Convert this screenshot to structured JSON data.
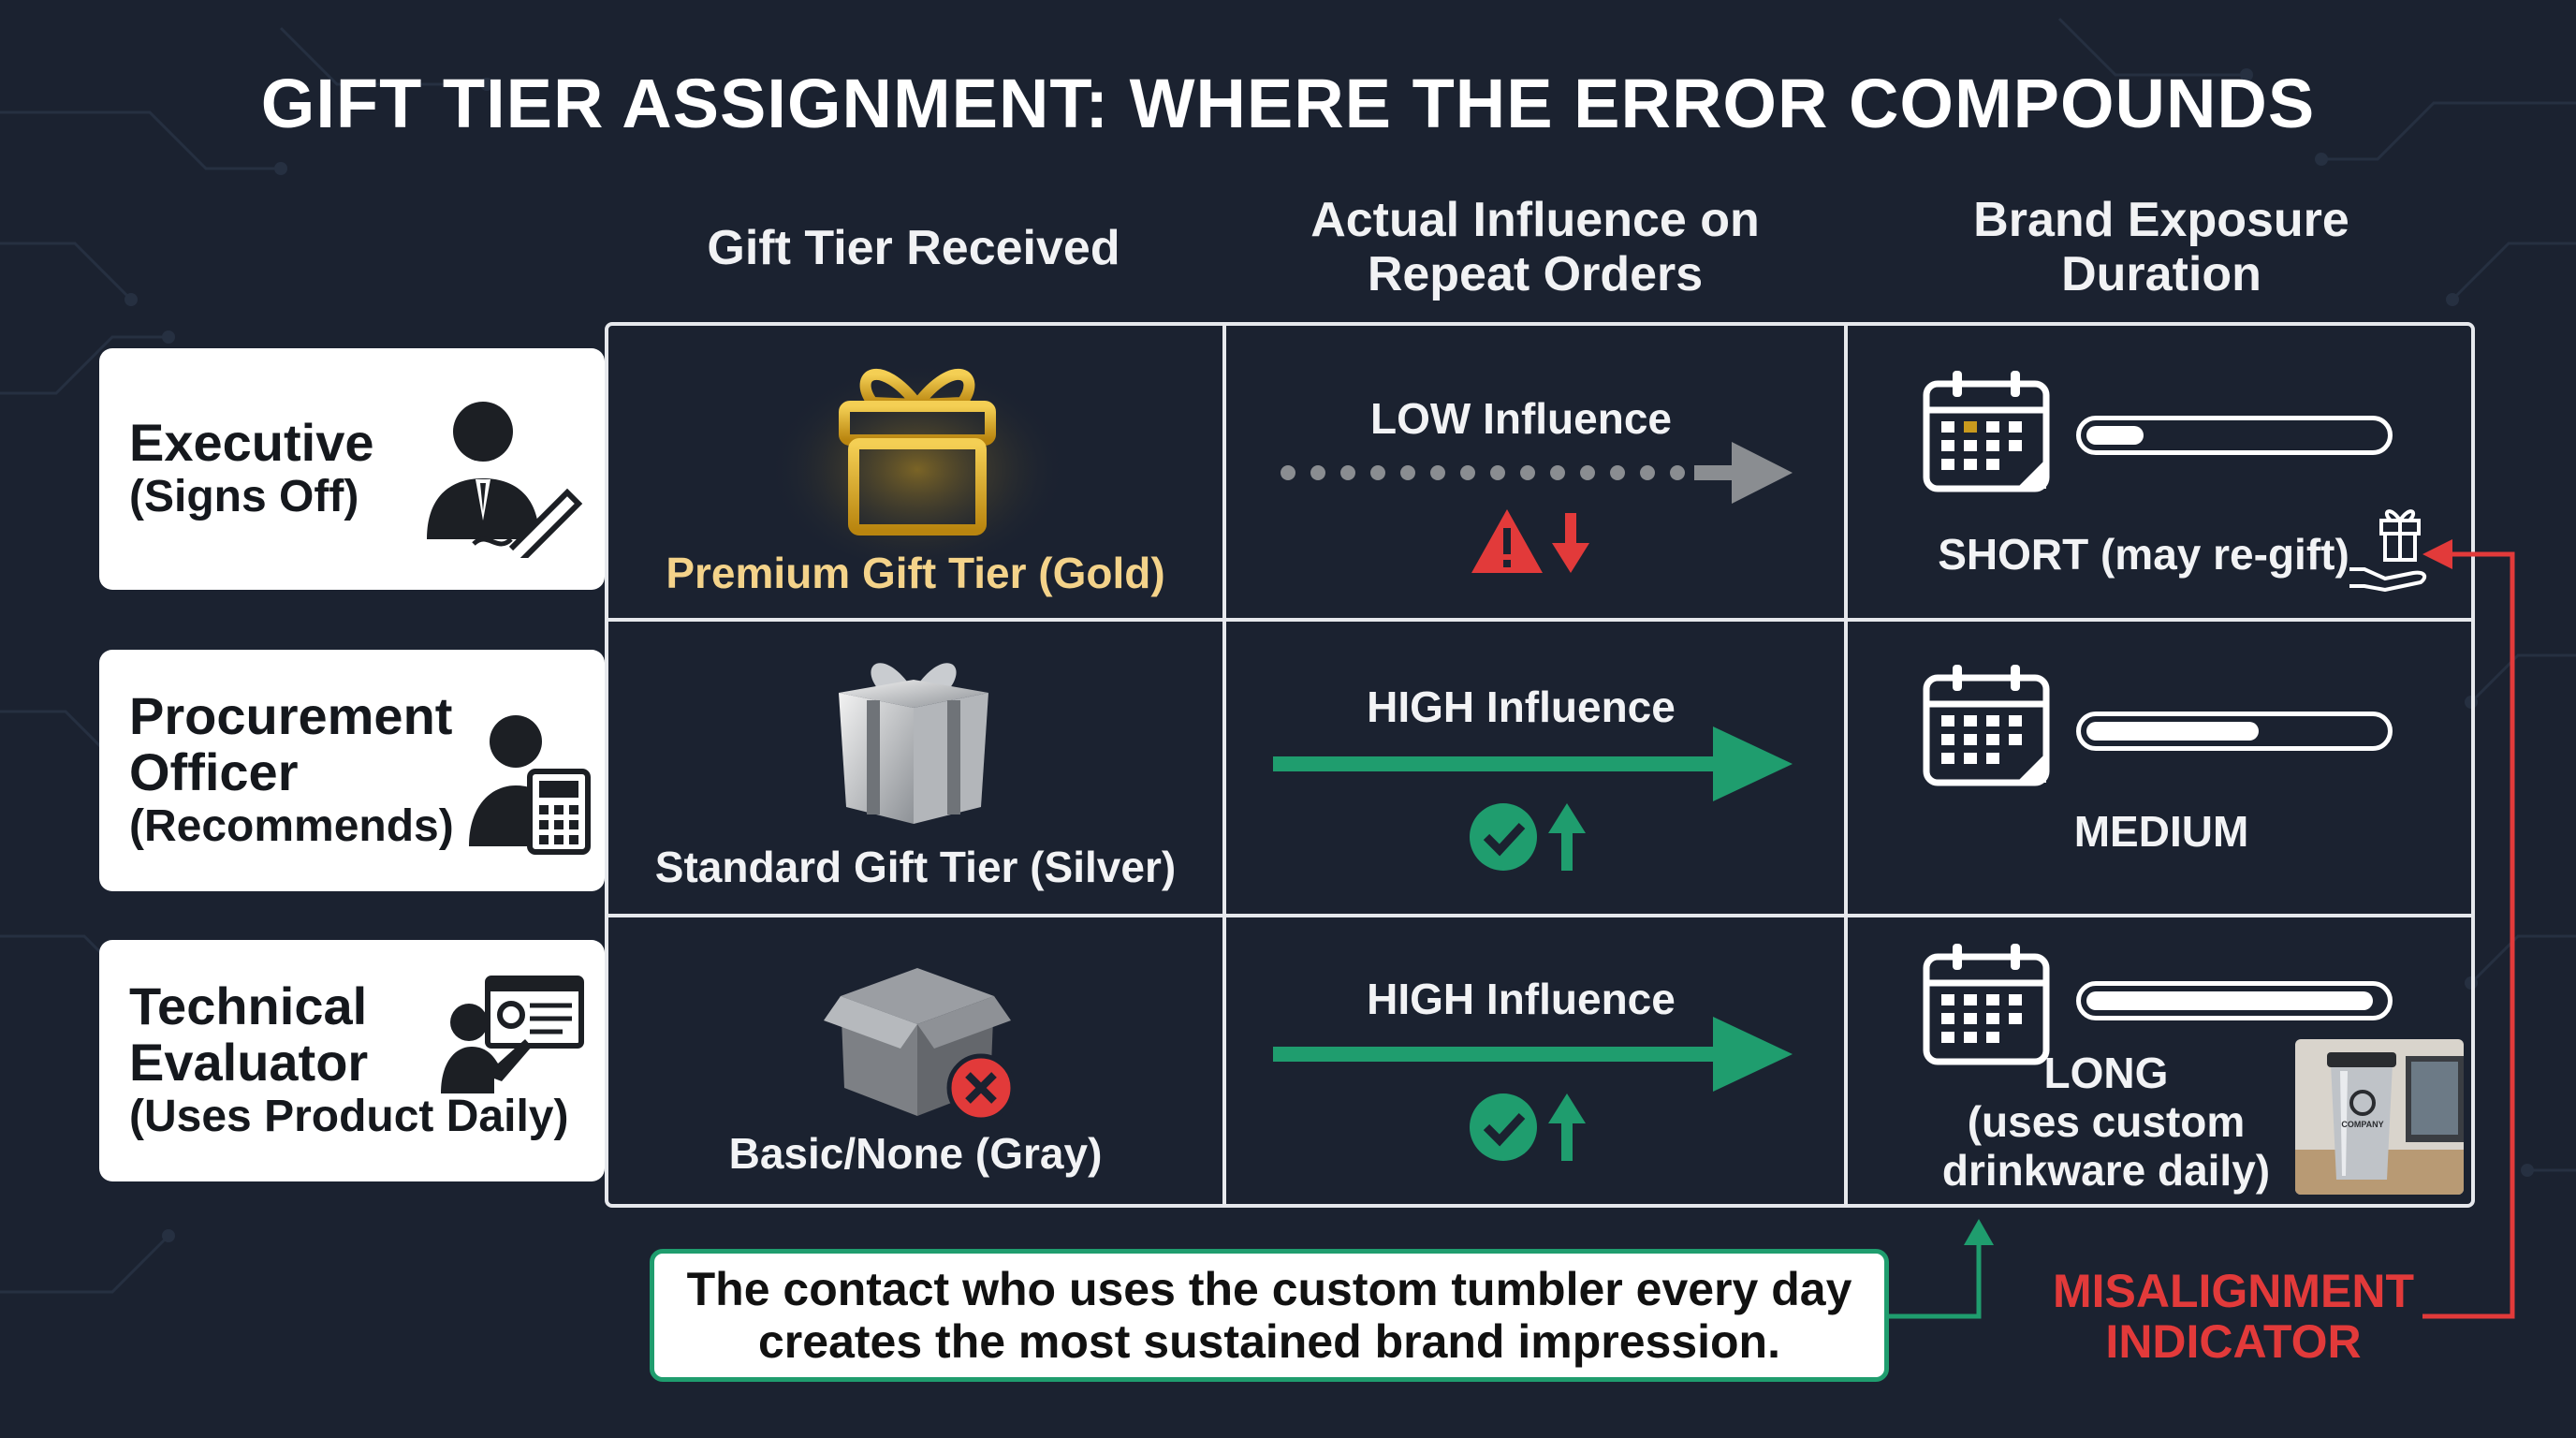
{
  "title": "GIFT TIER ASSIGNMENT: WHERE THE ERROR COMPOUNDS",
  "columns": {
    "tier": "Gift Tier Received",
    "influence": [
      "Actual Influence on",
      "Repeat Orders"
    ],
    "exposure": [
      "Brand Exposure",
      "Duration"
    ]
  },
  "rows": [
    {
      "role": [
        "Executive"
      ],
      "role_sub": [
        "(Signs Off)"
      ],
      "role_icon": "executive-signing-icon",
      "tier_label": "Premium Gift Tier (Gold)",
      "tier_icon": "gold-gift-icon",
      "influence_label": "LOW Influence",
      "influence_level": "low",
      "influence_icons": "warning-down-icon",
      "exposure_label": [
        "SHORT (may re-gift)"
      ],
      "exposure_fill": 0.2
    },
    {
      "role": [
        "Procurement",
        "Officer"
      ],
      "role_sub": [
        "(Recommends)"
      ],
      "role_icon": "procurement-calculator-icon",
      "tier_label": "Standard Gift Tier (Silver)",
      "tier_icon": "silver-gift-icon",
      "influence_label": "HIGH Influence",
      "influence_level": "high",
      "influence_icons": "check-up-icon",
      "exposure_label": [
        "MEDIUM"
      ],
      "exposure_fill": 0.6
    },
    {
      "role": [
        "Technical",
        "Evaluator"
      ],
      "role_sub": [
        "(Uses Product Daily)"
      ],
      "role_icon": "evaluator-presentation-icon",
      "tier_label": "Basic/None (Gray)",
      "tier_icon": "empty-box-x-icon",
      "influence_label": "HIGH Influence",
      "influence_level": "high",
      "influence_icons": "check-up-icon",
      "exposure_label": [
        "LONG",
        "(uses custom",
        "drinkware daily)"
      ],
      "exposure_fill": 1.0
    }
  ],
  "callout": [
    "The contact who uses the custom tumbler every day",
    "creates the most sustained brand impression."
  ],
  "misalignment": [
    "MISALIGNMENT",
    "INDICATOR"
  ],
  "photo_label": "COMPANY",
  "colors": {
    "background": "#1b2230",
    "green": "#1f9d6e",
    "red": "#e23a3a",
    "gold": "#d9a520",
    "gray_arrow": "#8a8d91"
  }
}
